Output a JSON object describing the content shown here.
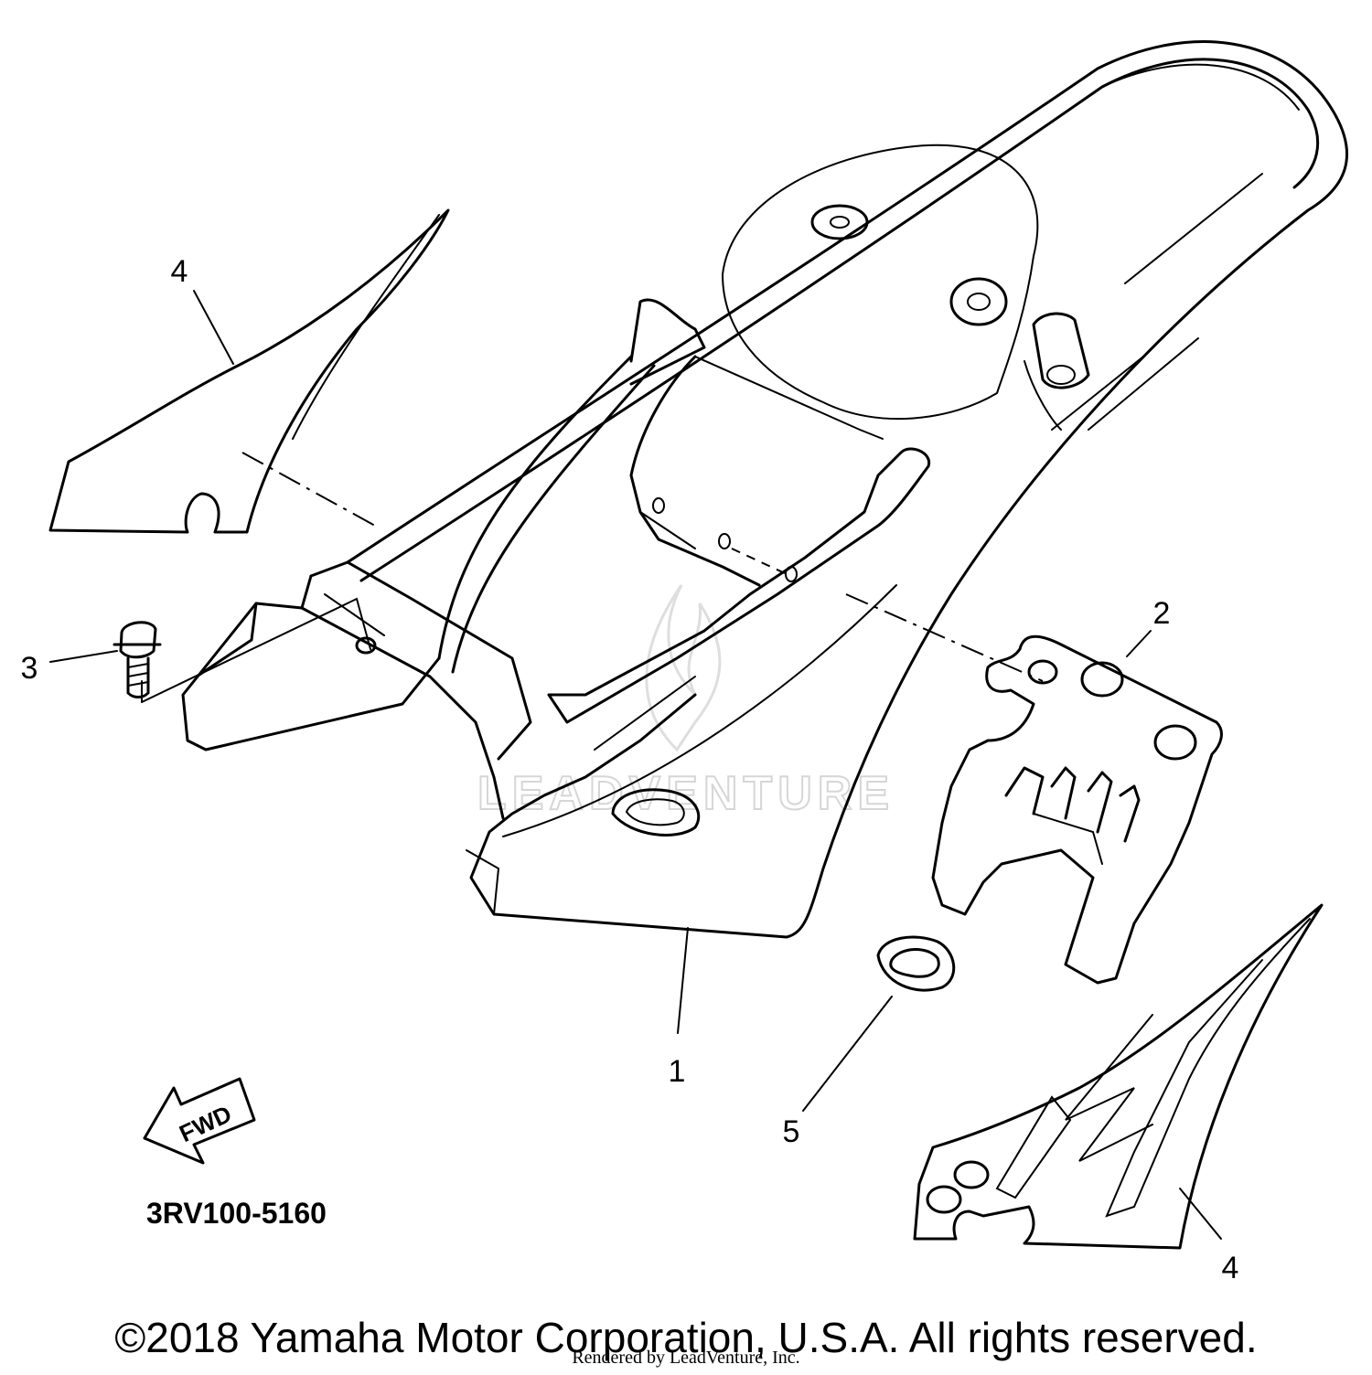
{
  "diagram": {
    "callouts": {
      "side_cover": "1",
      "cover_plate": "2",
      "bolt": "3",
      "decal_upper": "4",
      "decal_lower": "4",
      "grommet": "5"
    },
    "part_code": "3RV100-5160",
    "fwd_label": "FWD",
    "watermark": "LEADVENTURE"
  },
  "footer": {
    "copyright": "©2018 Yamaha Motor Corporation, U.S.A. All rights reserved.",
    "rendered_by": "Rendered by LeadVenture, Inc."
  }
}
